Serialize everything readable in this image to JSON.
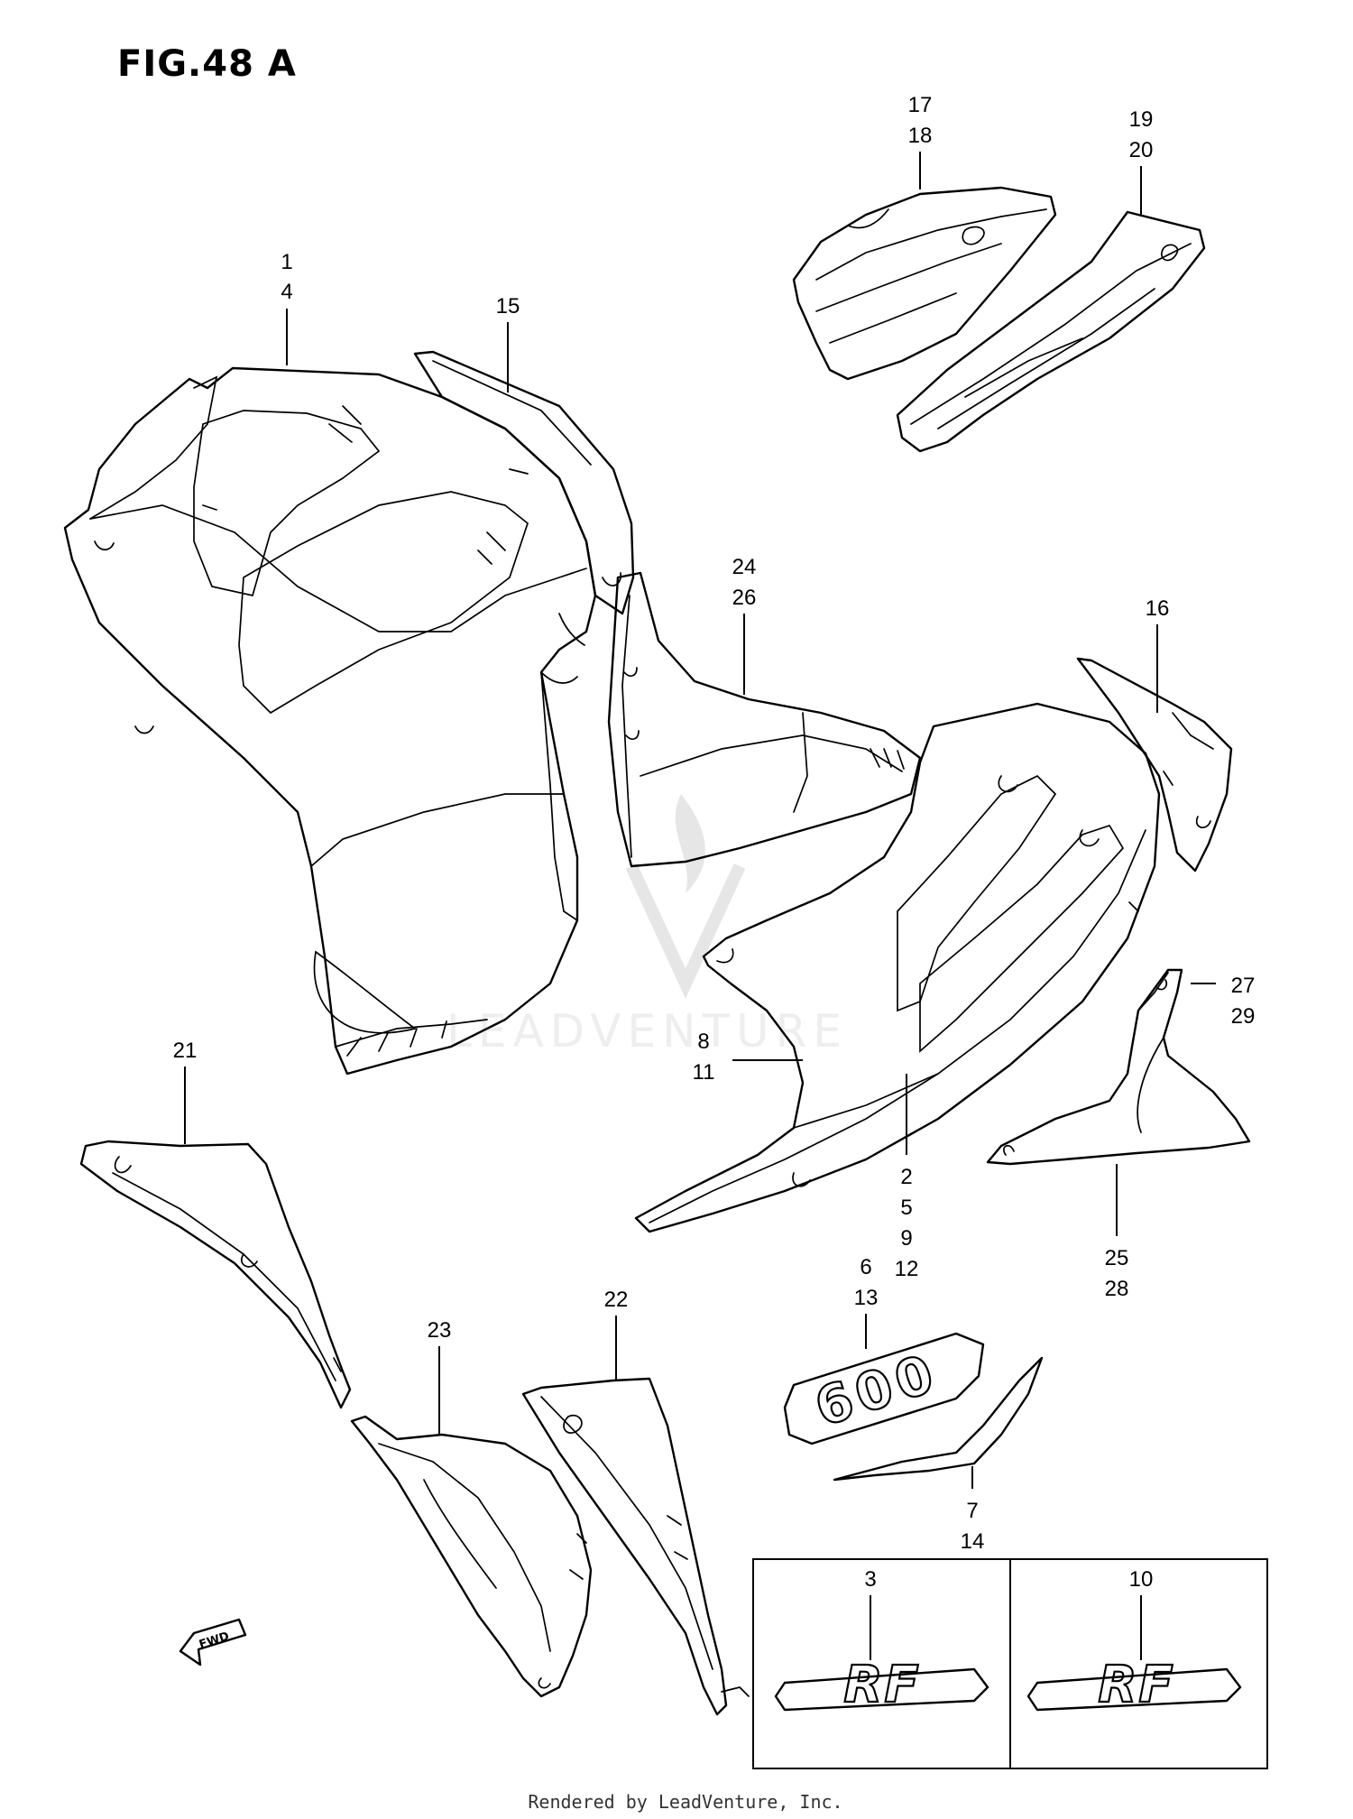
{
  "figure": {
    "title": "FIG.48 A"
  },
  "callouts": {
    "p1_4": [
      "1",
      "4"
    ],
    "p15": [
      "15"
    ],
    "p17_18": [
      "17",
      "18"
    ],
    "p19_20": [
      "19",
      "20"
    ],
    "p24_26": [
      "24",
      "26"
    ],
    "p16": [
      "16"
    ],
    "p27_29": [
      "27",
      "29"
    ],
    "p8_11": [
      "8",
      "11"
    ],
    "p2_5_9_12": [
      "2",
      "5",
      "9",
      "12"
    ],
    "p25_28": [
      "25",
      "28"
    ],
    "p21": [
      "21"
    ],
    "p22": [
      "22"
    ],
    "p23": [
      "23"
    ],
    "p6_13": [
      "6",
      "13"
    ],
    "p7_14": [
      "7",
      "14"
    ],
    "p3": [
      "3"
    ],
    "p10": [
      "10"
    ]
  },
  "emblems": {
    "badge_600": "600",
    "emblem_rf": "RF"
  },
  "fwd_label": "FWD",
  "watermark": "LEADVENTURE",
  "footer": "Rendered by LeadVenture, Inc."
}
